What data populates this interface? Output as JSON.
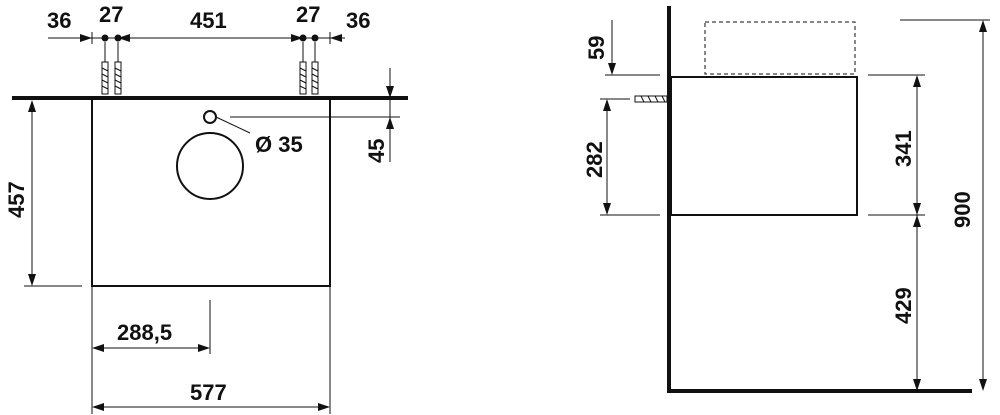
{
  "front_view": {
    "dim_left_36": "36",
    "dim_left_27": "27",
    "dim_center_451": "451",
    "dim_right_27": "27",
    "dim_right_36": "36",
    "dim_height_457": "457",
    "dim_hole_diameter": "Ø 35",
    "dim_hole_offset_45": "45",
    "dim_half_width": "288,5",
    "dim_width_577": "577"
  },
  "side_view": {
    "dim_59": "59",
    "dim_282": "282",
    "dim_341": "341",
    "dim_429": "429",
    "dim_900": "900"
  }
}
